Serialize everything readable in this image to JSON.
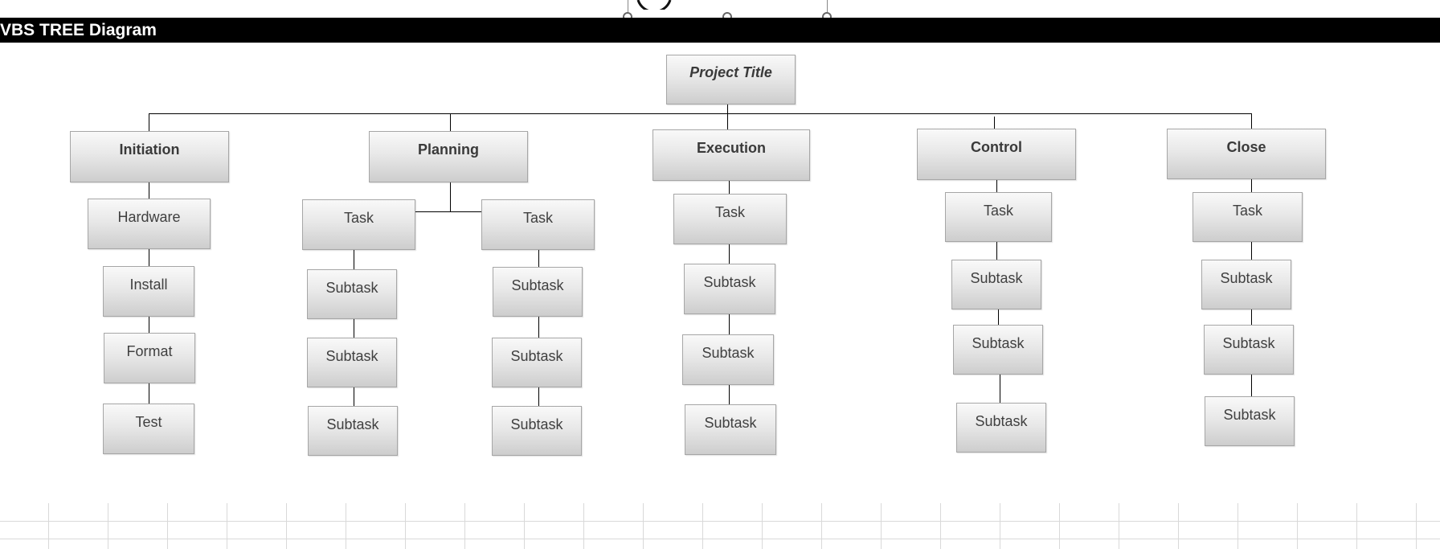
{
  "header": {
    "title": "VBS TREE Diagram"
  },
  "diagram": {
    "root": "Project Title",
    "phases": [
      {
        "label": "Initiation",
        "children": [
          "Hardware",
          "Install",
          "Format",
          "Test"
        ]
      },
      {
        "label": "Planning",
        "tasks": [
          {
            "label": "Task",
            "subtasks": [
              "Subtask",
              "Subtask",
              "Subtask"
            ]
          },
          {
            "label": "Task",
            "subtasks": [
              "Subtask",
              "Subtask",
              "Subtask"
            ]
          }
        ]
      },
      {
        "label": "Execution",
        "tasks": [
          {
            "label": "Task",
            "subtasks": [
              "Subtask",
              "Subtask",
              "Subtask"
            ]
          }
        ]
      },
      {
        "label": "Control",
        "tasks": [
          {
            "label": "Task",
            "subtasks": [
              "Subtask",
              "Subtask",
              "Subtask"
            ]
          }
        ]
      },
      {
        "label": "Close",
        "tasks": [
          {
            "label": "Task",
            "subtasks": [
              "Subtask",
              "Subtask",
              "Subtask"
            ]
          }
        ]
      }
    ]
  },
  "colors": {
    "title_bar": "#000000",
    "title_text": "#ffffff",
    "node_border": "#a6a6a6",
    "connector": "#000000"
  }
}
